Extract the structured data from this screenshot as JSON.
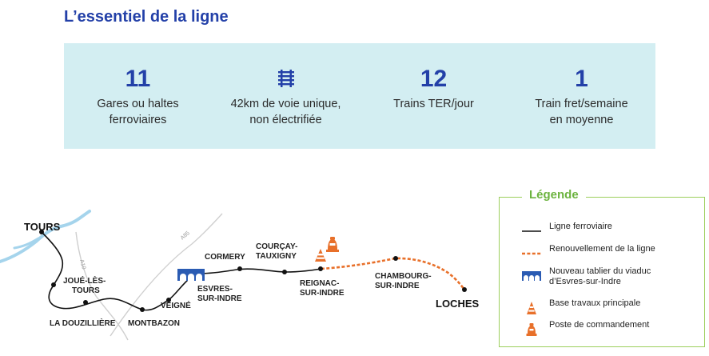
{
  "title": "L’essentiel de la ligne",
  "stats": [
    {
      "value": "11",
      "label_l1": "Gares ou haltes",
      "label_l2": "ferroviaires"
    },
    {
      "value": "",
      "icon": "rail-track-icon",
      "label_l1": "42km de voie unique,",
      "label_l2": "non électrifiée"
    },
    {
      "value": "12",
      "label_l1": "Trains TER/jour",
      "label_l2": ""
    },
    {
      "value": "1",
      "label_l1": "Train fret/semaine",
      "label_l2": "en moyenne"
    }
  ],
  "legend": {
    "title": "Légende",
    "items": [
      {
        "icon": "rail-line-icon",
        "l1": "Ligne ferroviaire",
        "l2": ""
      },
      {
        "icon": "renewal-line-icon",
        "l1": "Renouvellement de la ligne",
        "l2": ""
      },
      {
        "icon": "viaduct-icon",
        "l1": "Nouveau tablier du viaduc",
        "l2": "d’Esvres-sur-Indre"
      },
      {
        "icon": "work-base-cone-icon",
        "l1": "Base travaux principale",
        "l2": ""
      },
      {
        "icon": "control-post-icon",
        "l1": "Poste de commandement",
        "l2": ""
      }
    ]
  },
  "map": {
    "road_a10": "A10",
    "road_a85": "A85",
    "stations": {
      "tours": "TOURS",
      "joue_l1": "JOUÉ-LÈS-",
      "joue_l2": "TOURS",
      "douzilliere": "LA DOUZILLIÈRE",
      "montbazon": "MONTBAZON",
      "veigne": "VEIGNÉ",
      "esvres_l1": "ESVRES-",
      "esvres_l2": "SUR-INDRE",
      "cormery": "CORMERY",
      "courcay_l1": "COURÇAY-",
      "courcay_l2": "TAUXIGNY",
      "reignac_l1": "REIGNAC-",
      "reignac_l2": "SUR-INDRE",
      "chambourg_l1": "CHAMBOURG-",
      "chambourg_l2": "SUR-INDRE",
      "loches": "LOCHES"
    }
  },
  "colors": {
    "title_blue": "#2340a8",
    "panel_bg": "#d3eef2",
    "legend_green": "#6cb33f",
    "renewal_orange": "#e8702a",
    "river_blue": "#a5d4ec",
    "road_grey": "#cfcfcf"
  }
}
